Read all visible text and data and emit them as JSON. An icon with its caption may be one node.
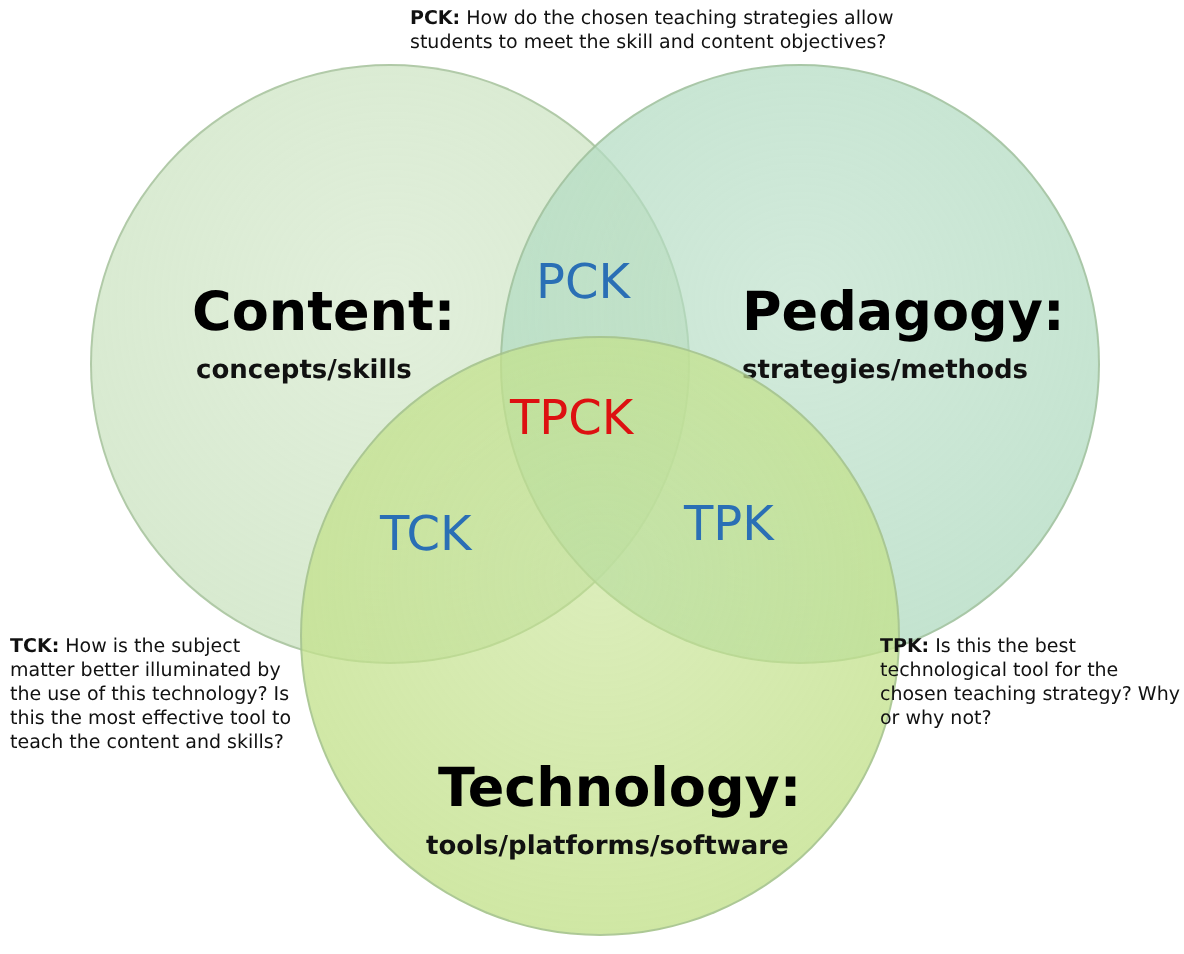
{
  "diagram": {
    "nodes": [
      {
        "text": [
          "Content:",
          "concepts/skills"
        ]
      },
      {
        "text": [
          "Pedagogy:",
          "strategies/methods"
        ]
      },
      {
        "text": [
          "Technology:",
          "tools/platforms/software"
        ]
      }
    ],
    "labels": [
      "**PCK:** How do the chosen teaching strategies allow students to meet the skill and content objectives?",
      "PCK",
      "TPCK",
      "TCK",
      "TPK",
      "**TCK:** How is the subject matter better illuminated by the use of this technology? Is this the most effective tool to teach the content and skills?",
      "**TPK:** Is this the best technological tool for the chosen teaching strategy? Why or why not?"
    ]
  }
}
